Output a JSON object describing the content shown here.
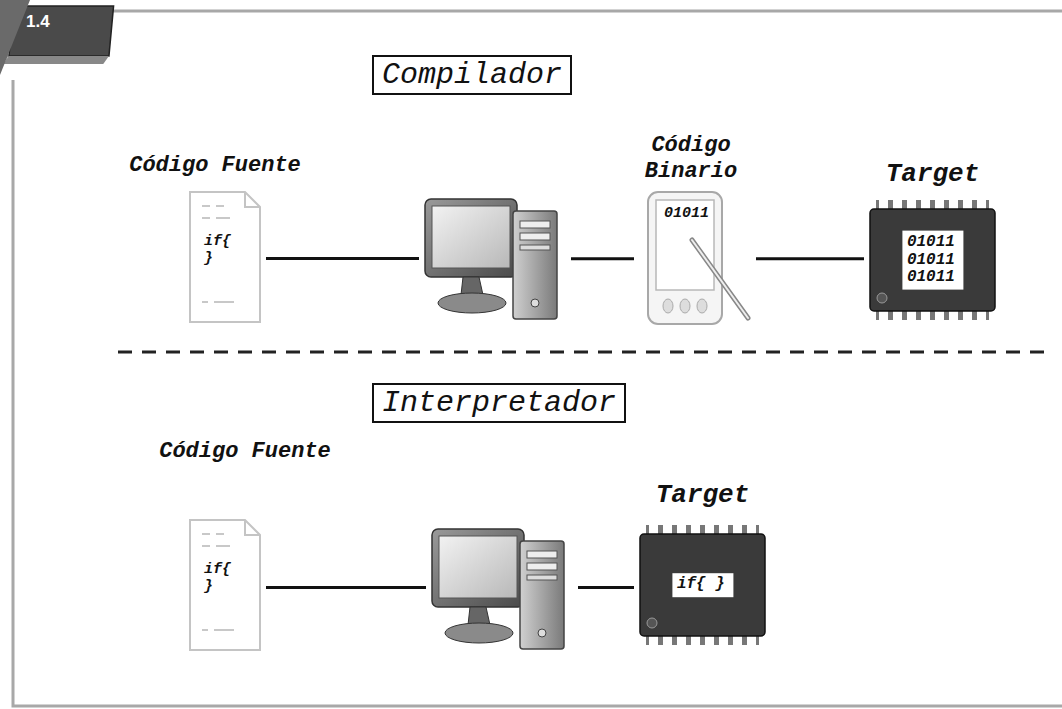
{
  "diagram": {
    "nodes": [
      {
        "text": [
          "Compilador"
        ]
      },
      {
        "text": [
          "Código Fuente",
          "if{ }"
        ]
      },
      {
        "text": []
      },
      {
        "text": [
          "Código Binario",
          "01011"
        ]
      },
      {
        "text": [
          "Target",
          "01011 01011 01011"
        ]
      },
      {
        "text": [
          "Interpretador"
        ]
      },
      {
        "text": [
          "Código Fuente",
          "if{ }"
        ]
      },
      {
        "text": []
      },
      {
        "text": [
          "Target",
          "if{ }"
        ]
      }
    ],
    "edges": [
      {
        "from": 1,
        "to": 2,
        "arrow": "none"
      },
      {
        "from": 2,
        "to": 3,
        "arrow": "none"
      },
      {
        "from": 3,
        "to": 4,
        "arrow": "none"
      },
      {
        "from": 6,
        "to": 7,
        "arrow": "none"
      },
      {
        "from": 7,
        "to": 8,
        "arrow": "none"
      }
    ],
    "labels": [
      "1.4"
    ]
  }
}
